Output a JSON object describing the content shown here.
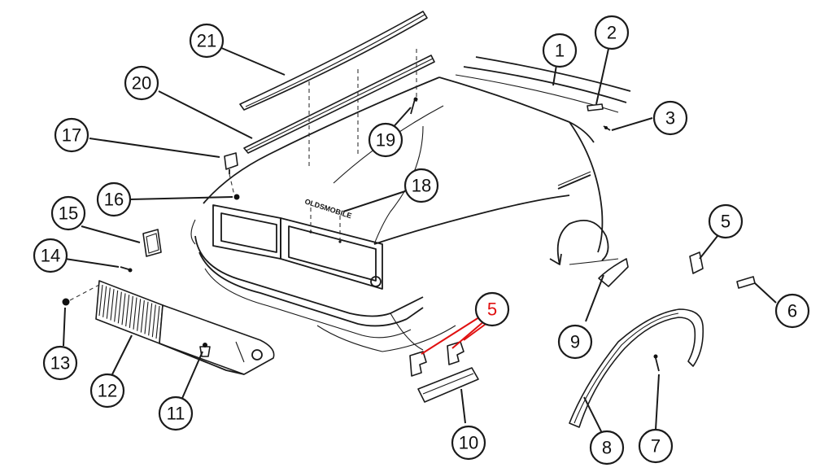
{
  "colors": {
    "line": "#1a1a1a",
    "highlight": "#e01010",
    "background": "#ffffff"
  },
  "hood_emblem_text": "OLDSMOBILE",
  "callouts": [
    {
      "id": "c1",
      "label": "1"
    },
    {
      "id": "c2",
      "label": "2"
    },
    {
      "id": "c3",
      "label": "3"
    },
    {
      "id": "c5a",
      "label": "5"
    },
    {
      "id": "c5b",
      "label": "5",
      "highlight": true
    },
    {
      "id": "c6",
      "label": "6"
    },
    {
      "id": "c7",
      "label": "7"
    },
    {
      "id": "c8",
      "label": "8"
    },
    {
      "id": "c9",
      "label": "9"
    },
    {
      "id": "c10",
      "label": "10"
    },
    {
      "id": "c11",
      "label": "11"
    },
    {
      "id": "c12",
      "label": "12"
    },
    {
      "id": "c13",
      "label": "13"
    },
    {
      "id": "c14",
      "label": "14"
    },
    {
      "id": "c15",
      "label": "15"
    },
    {
      "id": "c16",
      "label": "16"
    },
    {
      "id": "c17",
      "label": "17"
    },
    {
      "id": "c18",
      "label": "18"
    },
    {
      "id": "c19",
      "label": "19"
    },
    {
      "id": "c20",
      "label": "20"
    },
    {
      "id": "c21",
      "label": "21"
    }
  ]
}
